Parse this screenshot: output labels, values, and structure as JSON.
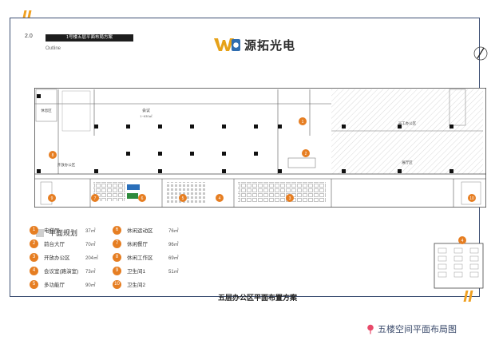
{
  "header": {
    "section_number": "2.0",
    "section_title": "1号楼五层平面布局方案",
    "section_subtitle": "Outline",
    "brand_name": "源拓光电"
  },
  "plan_labels": {
    "hall": "会议",
    "hall_area": "1~630㎡",
    "rest_area": "休息区",
    "office_right_top": "员工办公区",
    "office_right_bottom": "展厅区",
    "office_left": "开放办公区"
  },
  "plan_markers": [
    "1",
    "2",
    "3",
    "4",
    "5",
    "6",
    "7",
    "8",
    "9",
    "10",
    "4"
  ],
  "legend": {
    "heading": "平面规划",
    "items": [
      {
        "num": "1",
        "name": "电梯厅",
        "area": "37㎡"
      },
      {
        "num": "2",
        "name": "前台大厅",
        "area": "70㎡"
      },
      {
        "num": "3",
        "name": "开放办公区",
        "area": "204㎡"
      },
      {
        "num": "4",
        "name": "会议室(路演室)",
        "area": "73㎡"
      },
      {
        "num": "5",
        "name": "多功能厅",
        "area": "90㎡"
      },
      {
        "num": "6",
        "name": "休闲运动区",
        "area": "76㎡"
      },
      {
        "num": "7",
        "name": "休闲餐厅",
        "area": "96㎡"
      },
      {
        "num": "8",
        "name": "休闲工作区",
        "area": "69㎡"
      },
      {
        "num": "9",
        "name": "卫生间1",
        "area": "51㎡"
      },
      {
        "num": "10",
        "name": "卫生间2",
        "area": ""
      }
    ]
  },
  "plan_title": "五层办公区平面布置方案",
  "caption": "五楼空间平面布局图",
  "colors": {
    "accent": "#e67e22",
    "frame": "#3d4f73",
    "stripe": "#f0a020",
    "pin": "#e84a6a"
  }
}
